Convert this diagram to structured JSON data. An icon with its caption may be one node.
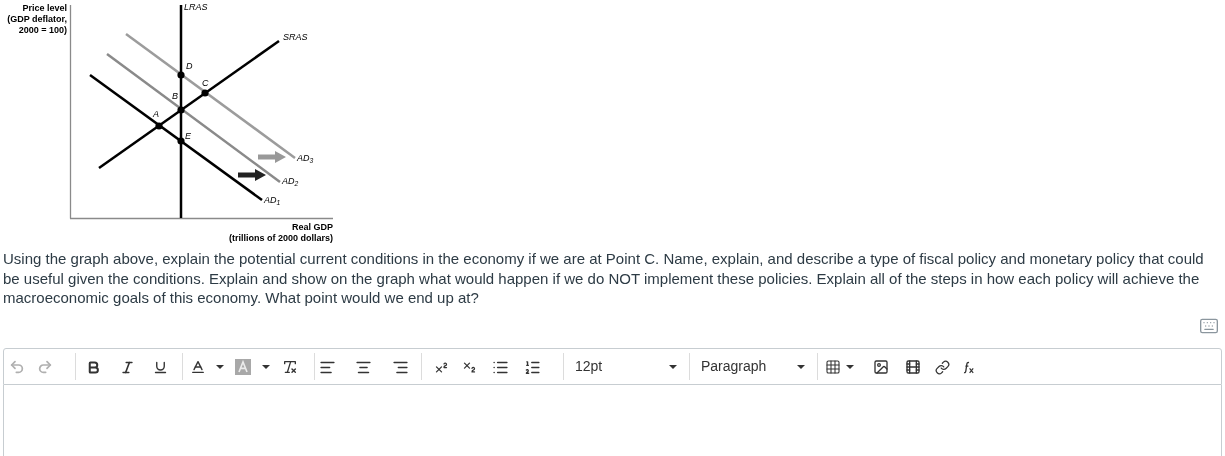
{
  "diagram": {
    "nodes": [
      {
        "text": [],
        "shape": "box"
      }
    ],
    "labels": [
      "Price level",
      "(GDP deflator, 2000 = 100)",
      "LRAS",
      "SRAS",
      "D",
      "C",
      "B",
      "A",
      "E",
      "AD$_{3}$",
      "AD$_{2}$",
      "AD$_{1}$",
      "Real GDP",
      "(trillions of 2000 dollars)",
      "Using the graph above, explain the potential current conditions in the economy if we are at Point C. Name, explain, and describe a type of fiscal policy and monetary policy that could be useful given the conditions. Explain and show on the graph what would happen if we do NOT implement these policies. Explain all of the steps in how each policy will achieve the macroeconomic goals of this economy. What point would we end up at?",
      "12pt",
      "Paragraph"
    ]
  }
}
